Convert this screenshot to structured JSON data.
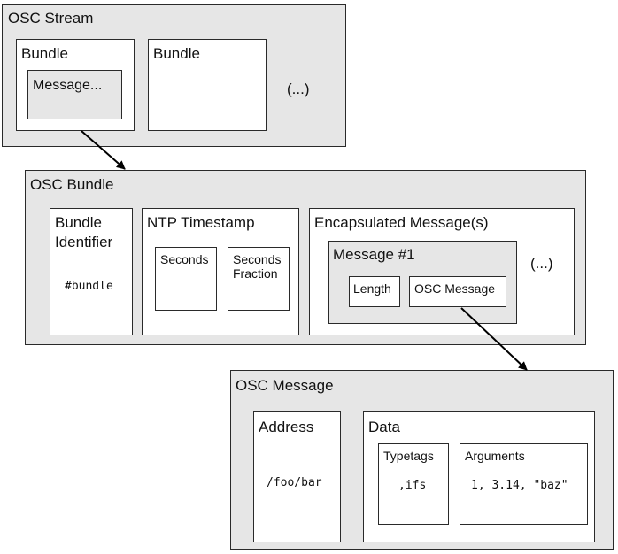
{
  "osc_stream": {
    "title": "OSC Stream",
    "bundle_1": "Bundle",
    "message": "Message...",
    "bundle_2": "Bundle",
    "ellipsis": "(...)"
  },
  "osc_bundle": {
    "title": "OSC Bundle",
    "bundle_identifier": {
      "label_line1": "Bundle",
      "label_line2": "Identifier",
      "value": "#bundle"
    },
    "ntp_timestamp": {
      "label": "NTP Timestamp",
      "seconds": "Seconds",
      "fraction_line1": "Seconds",
      "fraction_line2": "Fraction"
    },
    "encapsulated": {
      "label": "Encapsulated Message(s)",
      "message_1": {
        "label": "Message #1",
        "length": "Length",
        "osc_message": "OSC Message"
      },
      "ellipsis": "(...)"
    }
  },
  "osc_message": {
    "title": "OSC Message",
    "address": {
      "label": "Address",
      "value": "/foo/bar"
    },
    "data": {
      "label": "Data",
      "typetags": {
        "label": "Typetags",
        "value": ",ifs"
      },
      "arguments": {
        "label": "Arguments",
        "value": "1, 3.14, \"baz\""
      }
    }
  },
  "colors": {
    "panel": "#e6e6e6",
    "border": "#2a2a2a",
    "arrow": "#000000"
  }
}
